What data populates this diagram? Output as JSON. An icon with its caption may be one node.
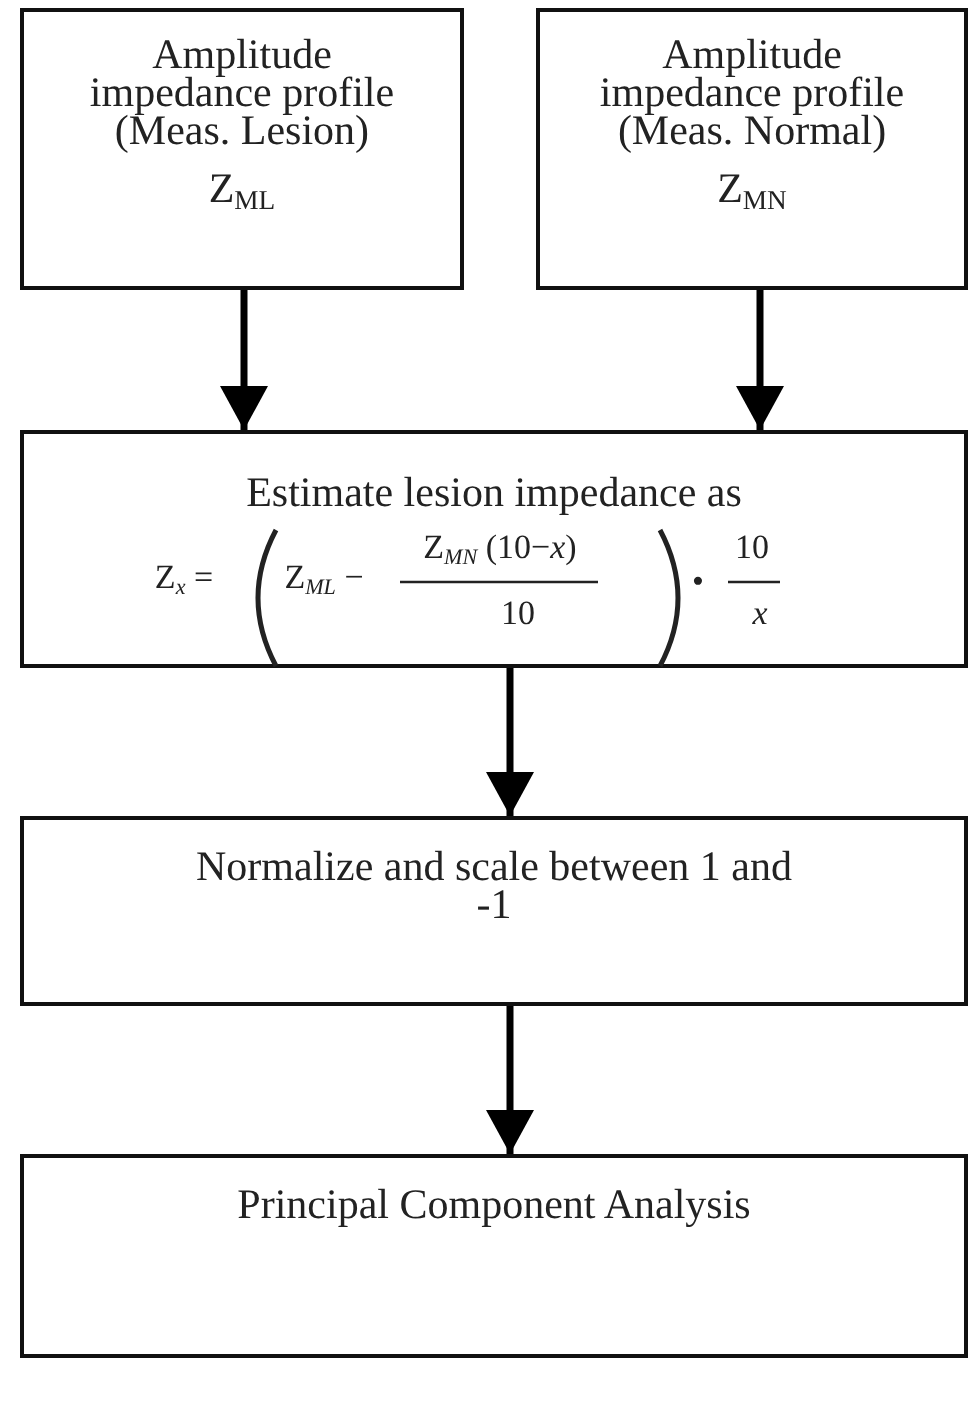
{
  "diagram": {
    "nodes": [
      {
        "text": [
          "Amplitude impedance profile (Meas. Lesion)",
          "Z$_{ML}$"
        ]
      },
      {
        "text": [
          "Amplitude impedance profile (Meas. Normal)",
          "Z$_{MN}$"
        ]
      },
      {
        "text": [
          "Estimate lesion impedance as",
          "Z$_{x}$ =",
          "Z$_{ML}$ −",
          "Z$_{MN}$ (10−*x*)",
          "10",
          "•",
          "10",
          "x"
        ]
      },
      {
        "text": [
          "Normalize and scale between 1 and -1"
        ]
      },
      {
        "text": [
          "Principal Component Analysis"
        ]
      }
    ],
    "edges": [
      {
        "from": 0,
        "to": 2,
        "arrow": "to"
      },
      {
        "from": 1,
        "to": 2,
        "arrow": "to"
      },
      {
        "from": 2,
        "to": 3,
        "arrow": "to"
      },
      {
        "from": 3,
        "to": 4,
        "arrow": "to"
      }
    ]
  }
}
